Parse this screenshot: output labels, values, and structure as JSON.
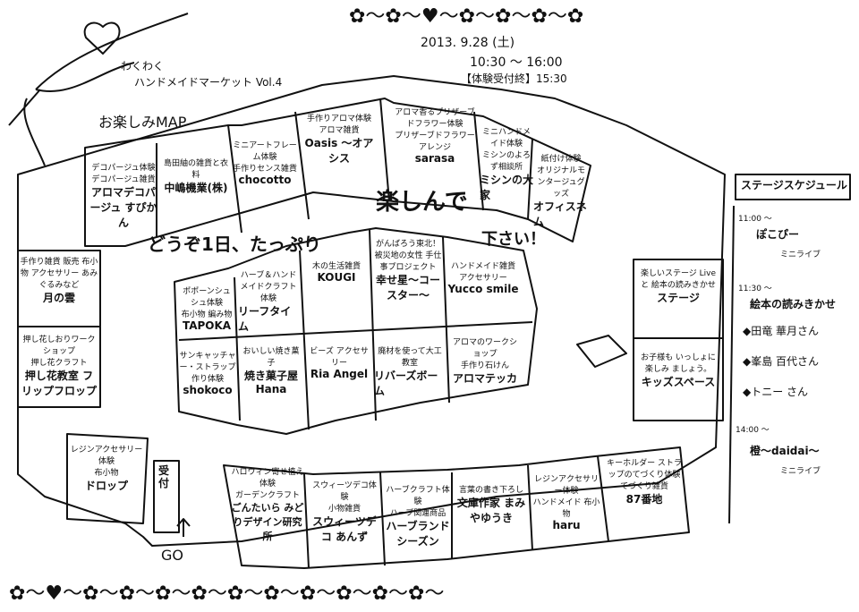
{
  "header": {
    "title_line1": "わくわく",
    "title_line2": "ハンドメイドマーケット Vol.4",
    "date": "2013. 9.28 (土)",
    "time": "10:30 〜 16:00",
    "reception_end": "【体験受付終】15:30",
    "map_label": "お楽しみMAP"
  },
  "banner": {
    "main": "どうぞ1日、たっぷり",
    "emph": "楽しんで",
    "end": "下さい！"
  },
  "booths": {
    "top": [
      {
        "bubble": "デコパージュ体験",
        "desc": "デコパージュ雑貨",
        "name": "アロマデコパージュ すぴかん"
      },
      {
        "bubble": "",
        "desc": "島田紬の雑貨と衣料",
        "name": "中嶋機業(株)"
      },
      {
        "bubble": "ミニアートフレーム体験",
        "desc": "手作りセンス雑貨",
        "name": "chocotto"
      },
      {
        "bubble": "手作りアロマ体験",
        "desc": "アロマ雑貨",
        "name": "Oasis 〜オアシス"
      },
      {
        "bubble": "アロマ香るプリザーブドフラワー体験",
        "desc": "プリザーブドフラワーアレンジ",
        "name": "sarasa"
      },
      {
        "bubble": "ミニハンドメイド体験",
        "desc": "ミシンのよろず相談所",
        "name": "ミシンの大家"
      },
      {
        "bubble": "紙付け体験",
        "desc": "オリジナルモンタージュグッズ",
        "name": "オフィスネム"
      }
    ],
    "left": [
      {
        "bubble": "",
        "desc": "手作り雑貨 販売 布小物 アクセサリー あみぐるみなど",
        "name": "月の雲"
      },
      {
        "bubble": "押し花しおりワークショップ",
        "desc": "押し花クラフト",
        "name": "押し花教室 フリップフロップ"
      }
    ],
    "left_bottom": {
      "bubble": "レジンアクセサリー体験",
      "desc": "布小物",
      "name": "ドロップ"
    },
    "reception": "受付",
    "go": "GO",
    "center_row1": [
      {
        "bubble": "ポポーンシュシュ体験",
        "desc": "布小物 編み物",
        "name": "TAPOKA"
      },
      {
        "bubble": "ハーブ＆ハンドメイドクラフト体験",
        "desc": "",
        "name": "リーフタイム"
      },
      {
        "bubble": "",
        "desc": "木の生活雑貨",
        "name": "KOUGI"
      },
      {
        "bubble": "",
        "desc": "がんばろう東北！被災地の女性 手仕事プロジェクト",
        "name": "幸せ星〜コースター〜"
      },
      {
        "bubble": "",
        "desc": "ハンドメイド雑貨 アクセサリー",
        "name": "Yucco smile"
      }
    ],
    "center_row2": [
      {
        "bubble": "サンキャッチャー・ストラップ作り体験",
        "desc": "",
        "name": "shokoco"
      },
      {
        "bubble": "",
        "desc": "おいしい焼き菓子",
        "name": "焼き菓子屋 Hana"
      },
      {
        "bubble": "",
        "desc": "ビーズ アクセサリー",
        "name": "Ria Angel"
      },
      {
        "bubble": "廃材を使って大工教室",
        "desc": "",
        "name": "リバーズボーム"
      },
      {
        "bubble": "アロマのワークショップ",
        "desc": "手作り石けん",
        "name": "アロマテッカ"
      }
    ],
    "bottom": [
      {
        "bubble": "ハロウィン寄せ植え体験",
        "desc": "ガーデンクラフト",
        "name": "ごんたいら みどりデザイン研究所"
      },
      {
        "bubble": "スウィーツデコ体験",
        "desc": "小物雑貨",
        "name": "スウィーツデコ あんず"
      },
      {
        "bubble": "ハーブクラフト体験",
        "desc": "ハーブ関連商品",
        "name": "ハーブランド シーズン"
      },
      {
        "bubble": "言葉の書き下ろし",
        "desc": "",
        "name": "文庫作家 まみやゆうき"
      },
      {
        "bubble": "レジンアクセサリー体験",
        "desc": "ハンドメイド 布小物",
        "name": "haru"
      },
      {
        "bubble": "キーホルダー ストラップのてづくり体験",
        "desc": "てづくり雑貨",
        "name": "87番地"
      }
    ],
    "stage": {
      "desc": "楽しいステージ Liveと 絵本の読みきかせ",
      "name": "ステージ"
    },
    "kids": {
      "desc": "お子様も いっしょに楽しみ ましょう。",
      "name": "キッズスペース"
    }
  },
  "schedule": {
    "title": "ステージスケジュール",
    "items": [
      {
        "time": "11:00 〜",
        "name": "ぽこぴー",
        "sub": "ミニライブ"
      },
      {
        "time": "11:30 〜",
        "name": "絵本の読みきかせ",
        "sub": ""
      },
      {
        "time": "",
        "name": "◆田竜 華月さん",
        "sub": ""
      },
      {
        "time": "",
        "name": "◆峯島 百代さん",
        "sub": ""
      },
      {
        "time": "",
        "name": "◆トニー さん",
        "sub": ""
      },
      {
        "time": "14:00 〜",
        "name": "橙〜daidai〜",
        "sub": "ミニライブ"
      }
    ]
  }
}
